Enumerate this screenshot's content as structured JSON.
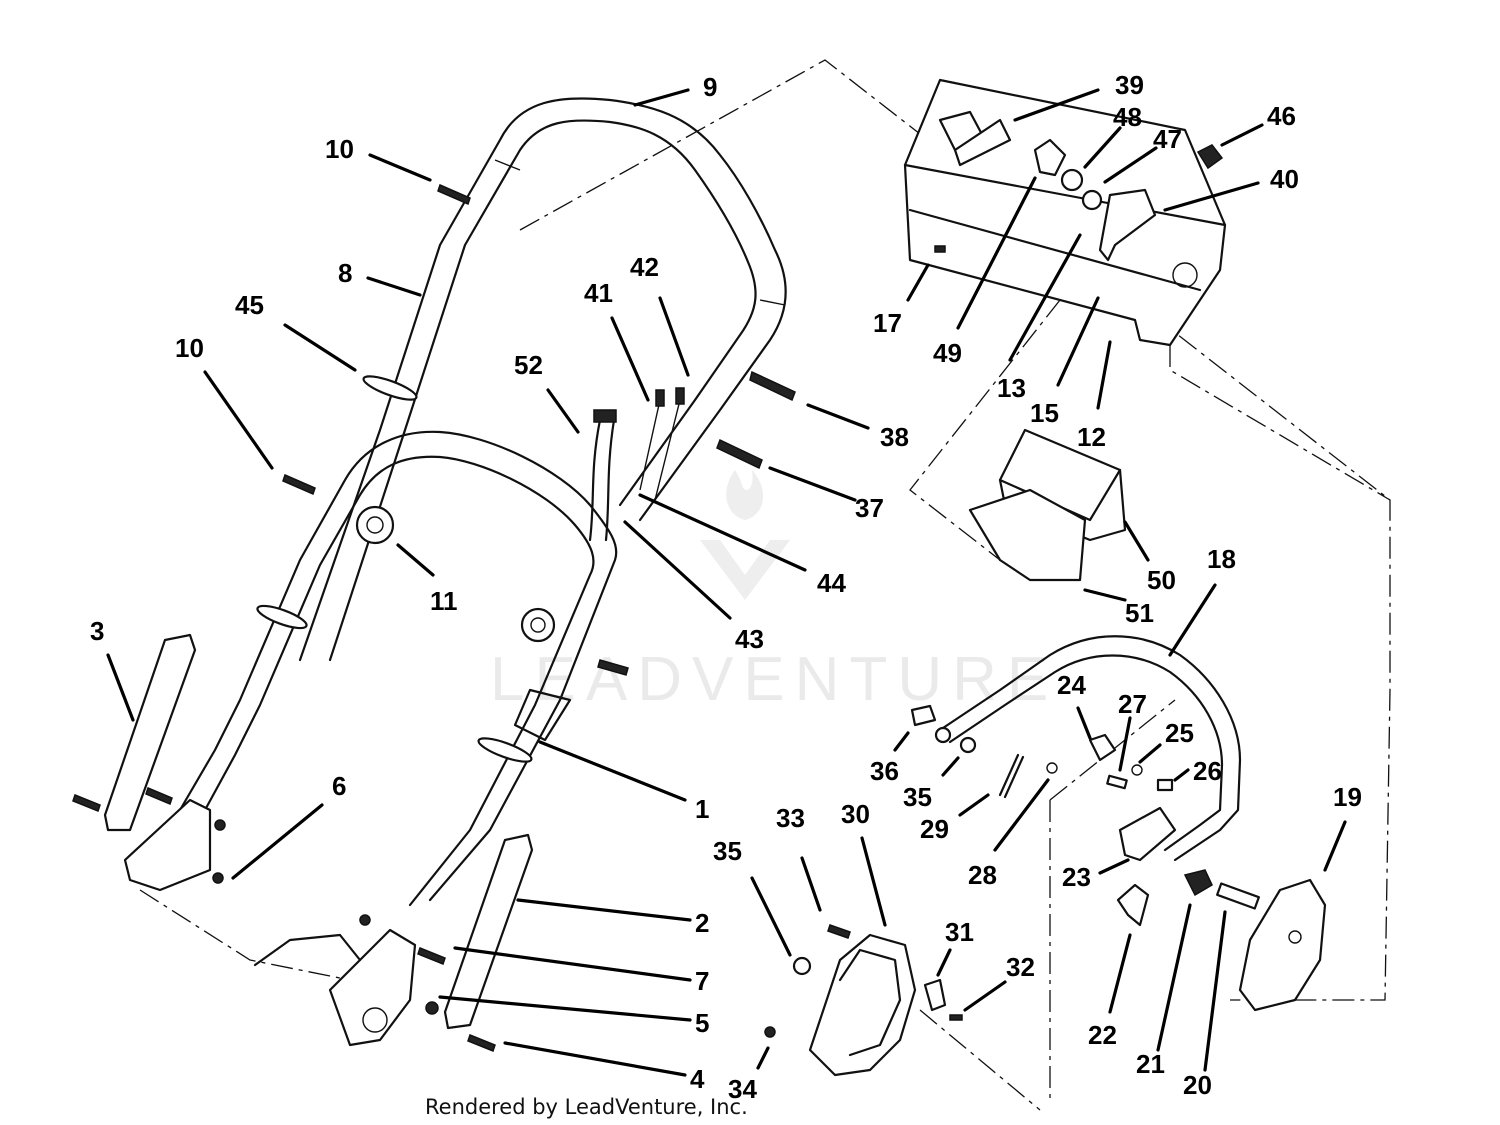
{
  "watermark": "LEADVENTURE",
  "credit": "Rendered by LeadVenture, Inc.",
  "callouts": [
    {
      "num": "9"
    },
    {
      "num": "10"
    },
    {
      "num": "8"
    },
    {
      "num": "45"
    },
    {
      "num": "10"
    },
    {
      "num": "52"
    },
    {
      "num": "41"
    },
    {
      "num": "42"
    },
    {
      "num": "11"
    },
    {
      "num": "38"
    },
    {
      "num": "37"
    },
    {
      "num": "44"
    },
    {
      "num": "43"
    },
    {
      "num": "3"
    },
    {
      "num": "6"
    },
    {
      "num": "1"
    },
    {
      "num": "2"
    },
    {
      "num": "7"
    },
    {
      "num": "5"
    },
    {
      "num": "4"
    },
    {
      "num": "39"
    },
    {
      "num": "48"
    },
    {
      "num": "47"
    },
    {
      "num": "46"
    },
    {
      "num": "40"
    },
    {
      "num": "17"
    },
    {
      "num": "49"
    },
    {
      "num": "13"
    },
    {
      "num": "15"
    },
    {
      "num": "12"
    },
    {
      "num": "50"
    },
    {
      "num": "51"
    },
    {
      "num": "18"
    },
    {
      "num": "24"
    },
    {
      "num": "27"
    },
    {
      "num": "25"
    },
    {
      "num": "26"
    },
    {
      "num": "36"
    },
    {
      "num": "35"
    },
    {
      "num": "29"
    },
    {
      "num": "28"
    },
    {
      "num": "23"
    },
    {
      "num": "19"
    },
    {
      "num": "33"
    },
    {
      "num": "30"
    },
    {
      "num": "35"
    },
    {
      "num": "31"
    },
    {
      "num": "32"
    },
    {
      "num": "22"
    },
    {
      "num": "21"
    },
    {
      "num": "20"
    },
    {
      "num": "34"
    }
  ]
}
